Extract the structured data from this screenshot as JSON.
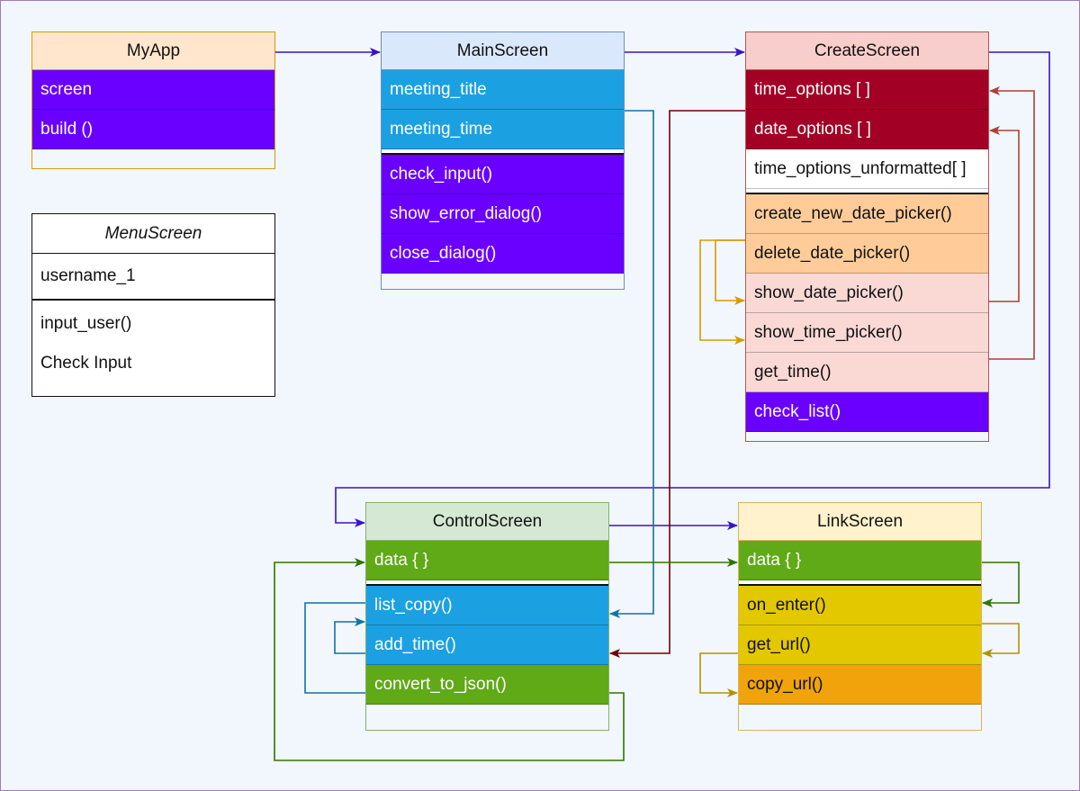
{
  "classes": {
    "myapp": {
      "title": "MyApp",
      "members": [
        "screen",
        "build ()"
      ]
    },
    "menu": {
      "title": "MenuScreen",
      "attributes": [
        "username_1"
      ],
      "methods": [
        "input_user()",
        "Check Input"
      ]
    },
    "main": {
      "title": "MainScreen",
      "attributes": [
        "meeting_title",
        "meeting_time"
      ],
      "methods": [
        "check_input()",
        "show_error_dialog()",
        "close_dialog()"
      ]
    },
    "create": {
      "title": "CreateScreen",
      "attributes": [
        "time_options [ ]",
        "date_options [ ]",
        "time_options_unformatted[ ]"
      ],
      "methods": [
        "create_new_date_picker()",
        "delete_date_picker()",
        "show_date_picker()",
        "show_time_picker()",
        "get_time()",
        "check_list()"
      ]
    },
    "control": {
      "title": "ControlScreen",
      "attributes": [
        "data { }"
      ],
      "methods": [
        "list_copy()",
        "add_time()",
        "convert_to_json()"
      ]
    },
    "link": {
      "title": "LinkScreen",
      "attributes": [
        "data { }"
      ],
      "methods": [
        "on_enter()",
        "get_url()",
        "copy_url()"
      ]
    }
  },
  "colors": {
    "purple_arrow": "#3a12c9",
    "blue_arrow": "#10739e",
    "darkred_arrow": "#6f0000",
    "brown_arrow": "#ae4132",
    "gold_arrow": "#d79b00",
    "green_arrow": "#2d7600",
    "olive_arrow": "#b09500"
  }
}
